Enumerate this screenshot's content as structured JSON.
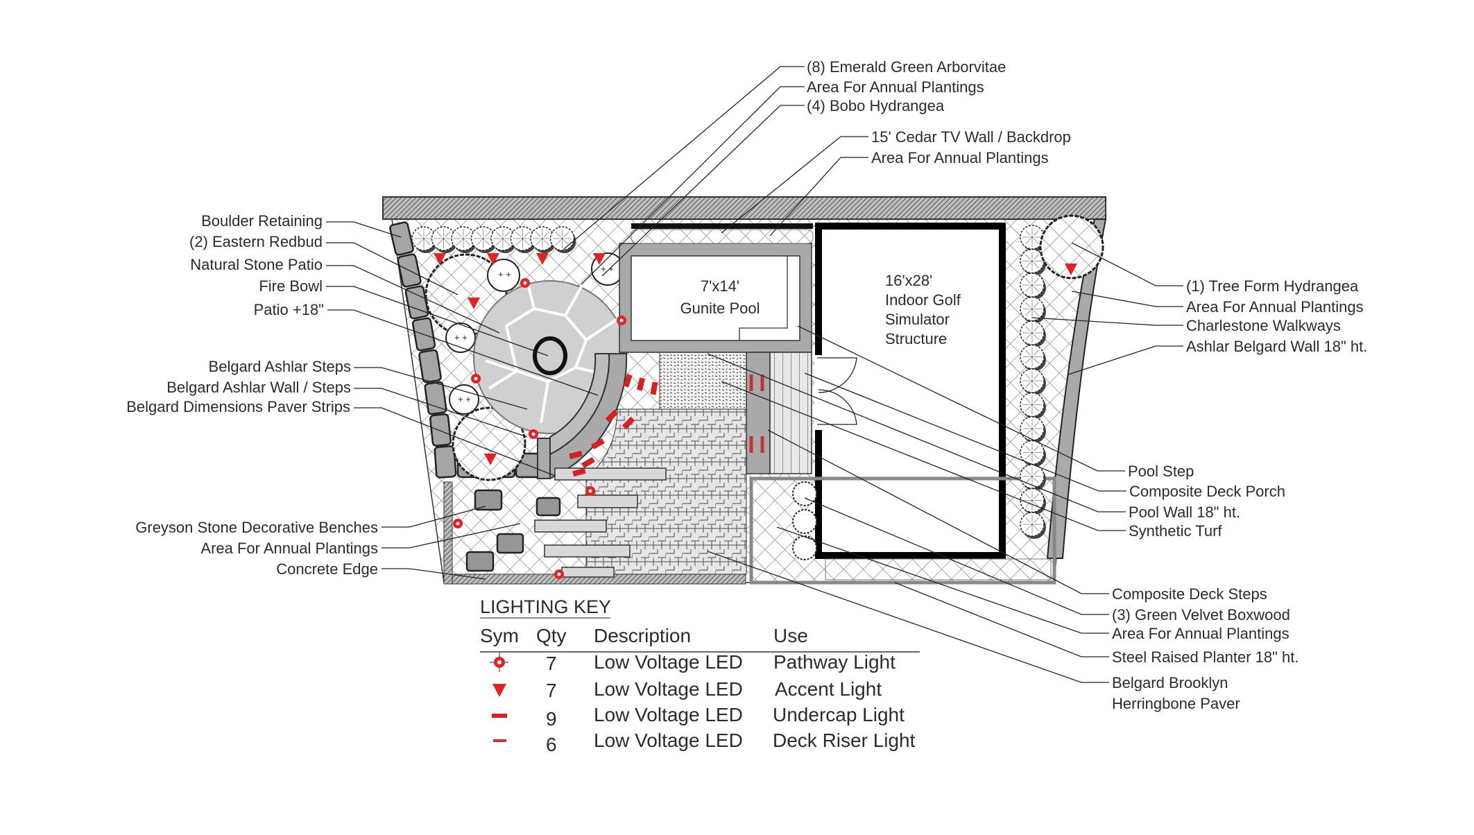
{
  "plan": {
    "pool_label": [
      "7'x14'",
      "Gunite Pool"
    ],
    "golf_label": [
      "16'x28'",
      "Indoor Golf",
      "Simulator",
      "Structure"
    ]
  },
  "callouts": {
    "top": [
      "(8) Emerald Green Arborvitae",
      "Area For Annual Plantings",
      "(4) Bobo Hydrangea",
      "15' Cedar TV Wall / Backdrop",
      "Area For Annual Plantings"
    ],
    "left": [
      "Boulder Retaining",
      "(2) Eastern Redbud",
      "Natural Stone Patio",
      "Fire Bowl",
      "Patio +18\"",
      "Belgard Ashlar Steps",
      "Belgard Ashlar Wall / Steps",
      "Belgard Dimensions Paver Strips",
      "Greyson Stone Decorative Benches",
      "Area For Annual Plantings",
      "Concrete Edge"
    ],
    "right": [
      "(1) Tree Form Hydrangea",
      "Area For Annual Plantings",
      "Charlestone Walkways",
      "Ashlar Belgard Wall 18\" ht.",
      "Pool Step",
      "Composite Deck Porch",
      "Pool Wall 18\" ht.",
      "Synthetic Turf",
      "Composite Deck Steps",
      "(3) Green Velvet Boxwood",
      "Area For Annual Plantings",
      "Steel Raised Planter 18\" ht.",
      "Belgard Brooklyn",
      "Herringbone Paver"
    ]
  },
  "lighting_key": {
    "title": "LIGHTING KEY",
    "headers": [
      "Sym",
      "Qty",
      "Description",
      "Use"
    ],
    "rows": [
      {
        "symbol": "pathway-light-icon",
        "qty": "7",
        "description": "Low Voltage LED",
        "use": "Pathway Light"
      },
      {
        "symbol": "accent-light-icon",
        "qty": "7",
        "description": "Low Voltage LED",
        "use": "Accent Light"
      },
      {
        "symbol": "undercap-light-icon",
        "qty": "9",
        "description": "Low Voltage LED",
        "use": "Undercap Light"
      },
      {
        "symbol": "deck-riser-light-icon",
        "qty": "6",
        "description": "Low Voltage LED",
        "use": "Deck Riser Light"
      }
    ]
  },
  "colors": {
    "light_red": "#e52222",
    "wall_gray": "#a9a9a9",
    "paver_gray": "#d4d4d4",
    "ink": "#1a1a1a"
  }
}
